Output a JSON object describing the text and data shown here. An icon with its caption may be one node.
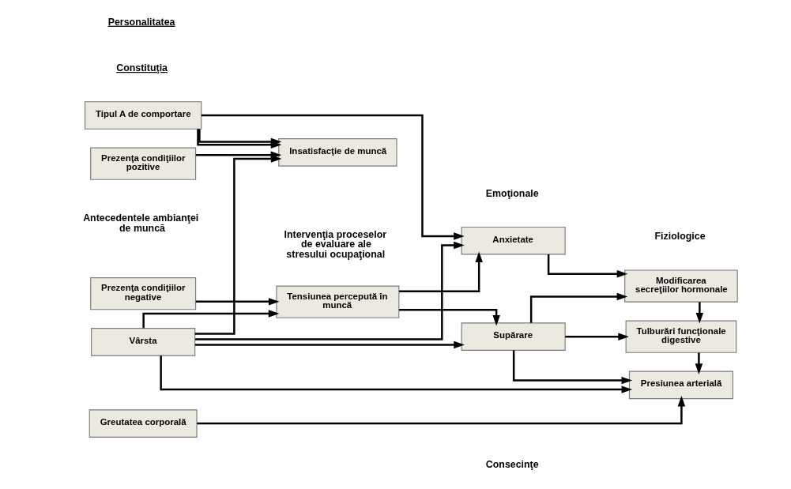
{
  "diagram": {
    "nodes": [
      {
        "text": [
          "Prezenţa condiţiilor negative"
        ]
      },
      {
        "text": [
          "Prezenţa condiţiilor pozitive"
        ]
      },
      {
        "text": [
          "Tipul A de comportare"
        ]
      },
      {
        "text": [
          "Vârsta"
        ]
      },
      {
        "text": [
          "Greutatea corporală"
        ]
      },
      {
        "text": [
          "Tensiunea percepută în muncă"
        ]
      },
      {
        "text": [
          "Insatisfacţie de muncă"
        ]
      },
      {
        "text": [
          "Anxietate"
        ]
      },
      {
        "text": [
          "Supărare"
        ]
      },
      {
        "text": [
          "Modificarea secreţiilor hormonale"
        ]
      },
      {
        "text": [
          "Tulburări funcţionale digestive"
        ]
      },
      {
        "text": [
          "Presiunea arterială"
        ]
      }
    ],
    "edges": [
      {
        "from": 0,
        "to": 5,
        "arrow": "to"
      },
      {
        "from": 5,
        "to": 7,
        "arrow": "to"
      },
      {
        "from": 5,
        "to": 8,
        "arrow": "to"
      },
      {
        "from": 1,
        "to": 6,
        "arrow": "to"
      },
      {
        "from": 2,
        "to": 6,
        "arrow": "to"
      },
      {
        "from": 2,
        "to": 6,
        "arrow": "to"
      },
      {
        "from": 2,
        "to": 7,
        "arrow": "to"
      },
      {
        "from": 3,
        "to": 6,
        "arrow": "to"
      },
      {
        "from": 3,
        "to": 5,
        "arrow": "to"
      },
      {
        "from": 3,
        "to": 8,
        "arrow": "to"
      },
      {
        "from": 3,
        "to": 7,
        "arrow": "to"
      },
      {
        "from": 3,
        "to": 11,
        "arrow": "to"
      },
      {
        "from": 4,
        "to": 11,
        "arrow": "to"
      },
      {
        "from": 7,
        "to": 9,
        "arrow": "to"
      },
      {
        "from": 8,
        "to": 9,
        "arrow": "to"
      },
      {
        "from": 8,
        "to": 10,
        "arrow": "to"
      },
      {
        "from": 8,
        "to": 11,
        "arrow": "to"
      },
      {
        "from": 9,
        "to": 10,
        "arrow": "to"
      },
      {
        "from": 10,
        "to": 11,
        "arrow": "to"
      }
    ],
    "labels": [
      "Antecedentele ambianţei de muncă",
      "Intervenţia proceselor de evaluare ale stresului ocupaţional",
      "Consecinţe",
      "Emoţionale",
      "Fiziologice",
      "Personalitatea",
      "Constituţia"
    ]
  }
}
